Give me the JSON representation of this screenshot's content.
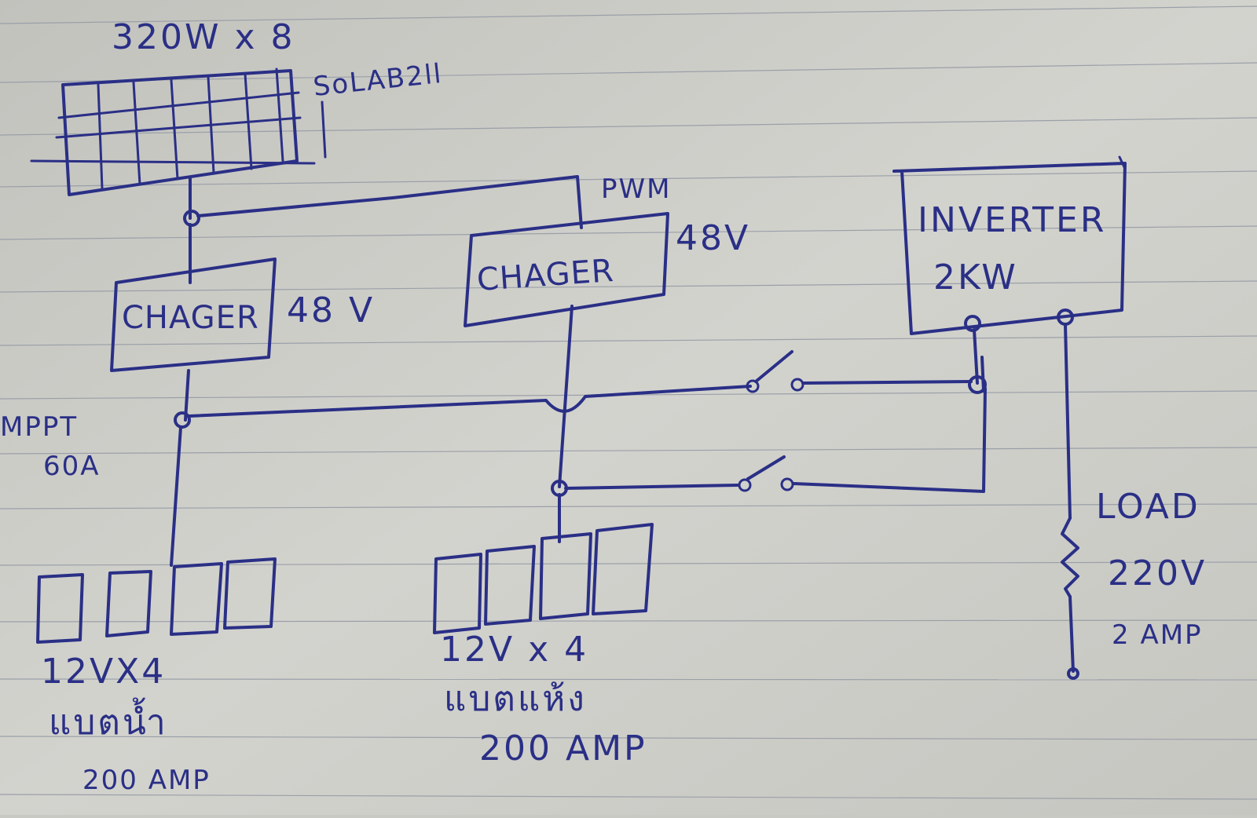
{
  "diagram": {
    "panel_label": "320W x 8",
    "panel_brand": "SoLAB2ll",
    "pwm_label": "PWM",
    "charger1": {
      "name": "CHAGER",
      "voltage": "48 V"
    },
    "charger2": {
      "name": "CHAGER",
      "voltage": "48V"
    },
    "inverter": {
      "name": "INVERTER",
      "rating": "2KW"
    },
    "mppt": {
      "type": "MPPT",
      "current": "60A"
    },
    "battery_bank1": {
      "spec": "12VX4",
      "type": "แบตน้ำ",
      "capacity": "200 AMP"
    },
    "battery_bank2": {
      "spec": "12V x 4",
      "type": "แบตแห้ง",
      "capacity": "200 AMP"
    },
    "load": {
      "name": "LOAD",
      "voltage": "220V",
      "current": "2 AMP"
    },
    "ink_color": "#2a2f86",
    "paper_color": "#c9c9c4"
  }
}
